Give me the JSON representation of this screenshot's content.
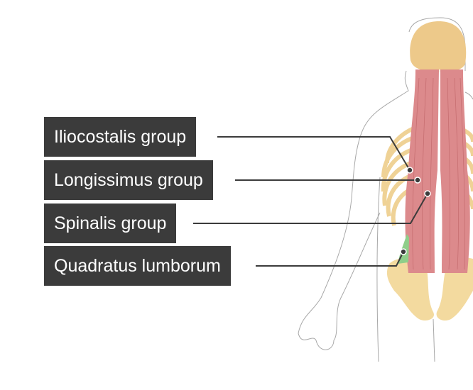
{
  "labels": [
    {
      "text": "Iliocostalis group"
    },
    {
      "text": "Longissimus group"
    },
    {
      "text": "Spinalis group"
    },
    {
      "text": "Quadratus lumborum"
    }
  ],
  "colors": {
    "label_bg": "#3b3b3b",
    "muscle": "#dc8a8c",
    "bone": "#f0d29a",
    "quadratus": "#8fce8a",
    "outline": "#a0a0a0"
  }
}
